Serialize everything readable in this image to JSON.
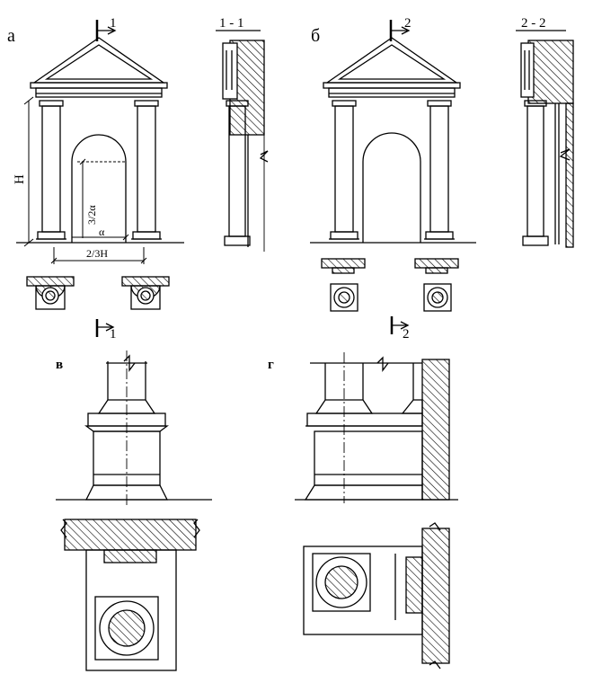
{
  "panels": {
    "a": {
      "label": "а",
      "cut_mark": "1",
      "section_title": "1 - 1"
    },
    "b": {
      "label": "б",
      "cut_mark": "2",
      "section_title": "2 - 2"
    },
    "c": {
      "label": "в"
    },
    "d": {
      "label": "г"
    }
  },
  "dimensions": {
    "height": "H",
    "arch_rise": "3/2α",
    "opening": "α",
    "column_spacing": "2/3H"
  }
}
